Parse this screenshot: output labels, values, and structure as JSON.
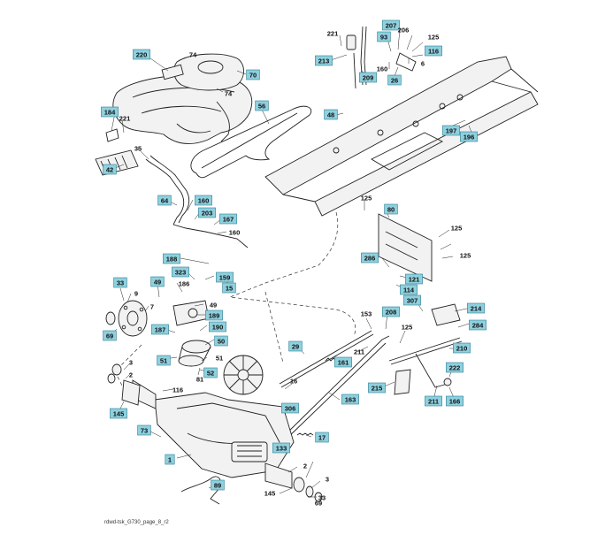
{
  "diagram": {
    "footer_code": "rdwd-tsk_G730_page_8_r2",
    "callouts": [
      {
        "id": "c220",
        "label": "220",
        "boxed": true
      },
      {
        "id": "c74a",
        "label": "74",
        "boxed": false
      },
      {
        "id": "c70",
        "label": "70",
        "boxed": true
      },
      {
        "id": "c74b",
        "label": "74",
        "boxed": false
      },
      {
        "id": "c184",
        "label": "184",
        "boxed": true
      },
      {
        "id": "c221a",
        "label": "221",
        "boxed": false
      },
      {
        "id": "c42",
        "label": "42",
        "boxed": true
      },
      {
        "id": "c35",
        "label": "35",
        "boxed": false
      },
      {
        "id": "c56",
        "label": "56",
        "boxed": true
      },
      {
        "id": "c64",
        "label": "64",
        "boxed": true
      },
      {
        "id": "c160a",
        "label": "160",
        "boxed": true
      },
      {
        "id": "c203",
        "label": "203",
        "boxed": true
      },
      {
        "id": "c167",
        "label": "167",
        "boxed": true
      },
      {
        "id": "c160b",
        "label": "160",
        "boxed": false
      },
      {
        "id": "c188",
        "label": "188",
        "boxed": true
      },
      {
        "id": "c323",
        "label": "323",
        "boxed": true
      },
      {
        "id": "c159",
        "label": "159",
        "boxed": true
      },
      {
        "id": "c15",
        "label": "15",
        "boxed": true
      },
      {
        "id": "c33a",
        "label": "33",
        "boxed": true
      },
      {
        "id": "c9",
        "label": "9",
        "boxed": false
      },
      {
        "id": "c7",
        "label": "7",
        "boxed": false
      },
      {
        "id": "c69a",
        "label": "69",
        "boxed": true
      },
      {
        "id": "c49a",
        "label": "49",
        "boxed": true
      },
      {
        "id": "c186",
        "label": "186",
        "boxed": false
      },
      {
        "id": "c49b",
        "label": "49",
        "boxed": false
      },
      {
        "id": "c189",
        "label": "189",
        "boxed": true
      },
      {
        "id": "c187",
        "label": "187",
        "boxed": true
      },
      {
        "id": "c190",
        "label": "190",
        "boxed": true
      },
      {
        "id": "c50",
        "label": "50",
        "boxed": true
      },
      {
        "id": "c51a",
        "label": "51",
        "boxed": true
      },
      {
        "id": "c51b",
        "label": "51",
        "boxed": false
      },
      {
        "id": "c81",
        "label": "81",
        "boxed": false
      },
      {
        "id": "c52",
        "label": "52",
        "boxed": true
      },
      {
        "id": "c3a",
        "label": "3",
        "boxed": false
      },
      {
        "id": "c2a",
        "label": "2",
        "boxed": false
      },
      {
        "id": "c116",
        "label": "116",
        "boxed": false
      },
      {
        "id": "c145a",
        "label": "145",
        "boxed": true
      },
      {
        "id": "c73",
        "label": "73",
        "boxed": true
      },
      {
        "id": "c1",
        "label": "1",
        "boxed": true
      },
      {
        "id": "c89",
        "label": "89",
        "boxed": true
      },
      {
        "id": "c221b",
        "label": "221",
        "boxed": false
      },
      {
        "id": "c213",
        "label": "213",
        "boxed": true
      },
      {
        "id": "c93",
        "label": "93",
        "boxed": true
      },
      {
        "id": "c207",
        "label": "207",
        "boxed": true
      },
      {
        "id": "c206",
        "label": "206",
        "boxed": false
      },
      {
        "id": "c125a",
        "label": "125",
        "boxed": false
      },
      {
        "id": "c116b",
        "label": "116",
        "boxed": true
      },
      {
        "id": "c160c",
        "label": "160",
        "boxed": false
      },
      {
        "id": "c209",
        "label": "209",
        "boxed": true
      },
      {
        "id": "c26",
        "label": "26",
        "boxed": true
      },
      {
        "id": "c6",
        "label": "6",
        "boxed": false
      },
      {
        "id": "c48",
        "label": "48",
        "boxed": true
      },
      {
        "id": "c197",
        "label": "197",
        "boxed": true
      },
      {
        "id": "c196",
        "label": "196",
        "boxed": true
      },
      {
        "id": "c125b",
        "label": "125",
        "boxed": false
      },
      {
        "id": "c80",
        "label": "80",
        "boxed": true
      },
      {
        "id": "c125c",
        "label": "125",
        "boxed": false
      },
      {
        "id": "c125d",
        "label": "125",
        "boxed": false
      },
      {
        "id": "c286",
        "label": "286",
        "boxed": true
      },
      {
        "id": "c121",
        "label": "121",
        "boxed": true
      },
      {
        "id": "c114",
        "label": "114",
        "boxed": true
      },
      {
        "id": "c153",
        "label": "153",
        "boxed": false
      },
      {
        "id": "c208",
        "label": "208",
        "boxed": true
      },
      {
        "id": "c307",
        "label": "307",
        "boxed": true
      },
      {
        "id": "c214",
        "label": "214",
        "boxed": true
      },
      {
        "id": "c284",
        "label": "284",
        "boxed": true
      },
      {
        "id": "c125e",
        "label": "125",
        "boxed": false
      },
      {
        "id": "c210",
        "label": "210",
        "boxed": true
      },
      {
        "id": "c29",
        "label": "29",
        "boxed": true
      },
      {
        "id": "c211a",
        "label": "211",
        "boxed": false
      },
      {
        "id": "c161",
        "label": "161",
        "boxed": true
      },
      {
        "id": "c222",
        "label": "222",
        "boxed": true
      },
      {
        "id": "c16",
        "label": "16",
        "boxed": false
      },
      {
        "id": "c215",
        "label": "215",
        "boxed": true
      },
      {
        "id": "c211b",
        "label": "211",
        "boxed": true
      },
      {
        "id": "c166",
        "label": "166",
        "boxed": true
      },
      {
        "id": "c306",
        "label": "306",
        "boxed": true
      },
      {
        "id": "c163",
        "label": "163",
        "boxed": true
      },
      {
        "id": "c17",
        "label": "17",
        "boxed": true
      },
      {
        "id": "c133",
        "label": "133",
        "boxed": true
      },
      {
        "id": "c2b",
        "label": "2",
        "boxed": false
      },
      {
        "id": "c145b",
        "label": "145",
        "boxed": false
      },
      {
        "id": "c3b",
        "label": "3",
        "boxed": false
      },
      {
        "id": "c69b",
        "label": "69",
        "boxed": false
      },
      {
        "id": "c33b",
        "label": "33",
        "boxed": false
      }
    ]
  }
}
